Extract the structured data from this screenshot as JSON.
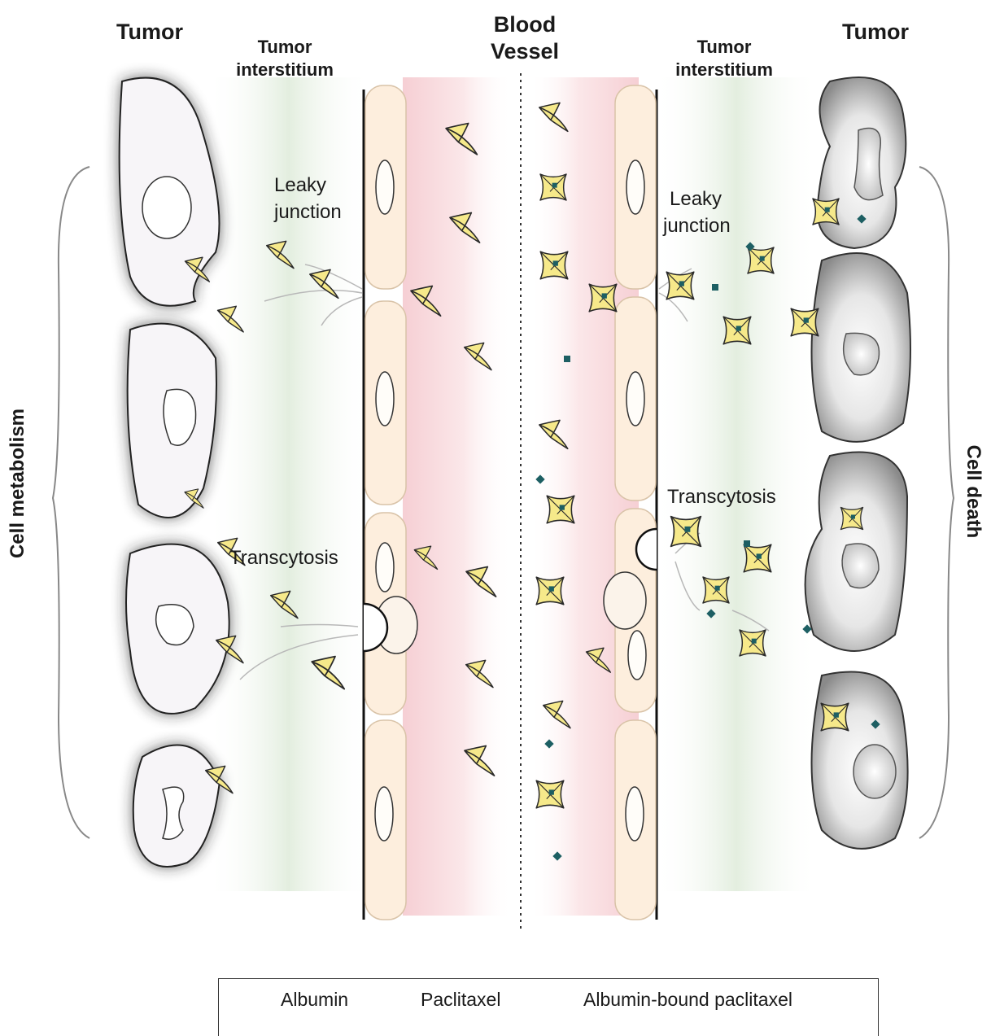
{
  "headers": {
    "tumor_left": "Tumor",
    "interstitium_left_1": "Tumor",
    "interstitium_left_2": "interstitium",
    "blood_1": "Blood",
    "blood_2": "Vessel",
    "interstitium_right_1": "Tumor",
    "interstitium_right_2": "interstitium",
    "tumor_right": "Tumor"
  },
  "processes": {
    "leaky_left_1": "Leaky",
    "leaky_left_2": "junction",
    "leaky_right_1": "Leaky",
    "leaky_right_2": "junction",
    "transcytosis_left": "Transcytosis",
    "transcytosis_right": "Transcytosis"
  },
  "sides": {
    "left": "Cell metabolism",
    "right": "Cell death"
  },
  "legend": {
    "albumin": "Albumin",
    "paclitaxel": "Paclitaxel",
    "bound": "Albumin-bound paclitaxel"
  },
  "colors": {
    "albumin_fill": "#f6e98a",
    "albumin_stroke": "#2a2a2a",
    "paclitaxel": "#1d5f63",
    "endothelium": "#fdeedd",
    "vessel_lumen": "#f7d3d6",
    "interstitium": "#e8f1e6",
    "tumor_left_cell": "#f7f5f8",
    "tumor_right_cell": "#d0d0d0"
  }
}
